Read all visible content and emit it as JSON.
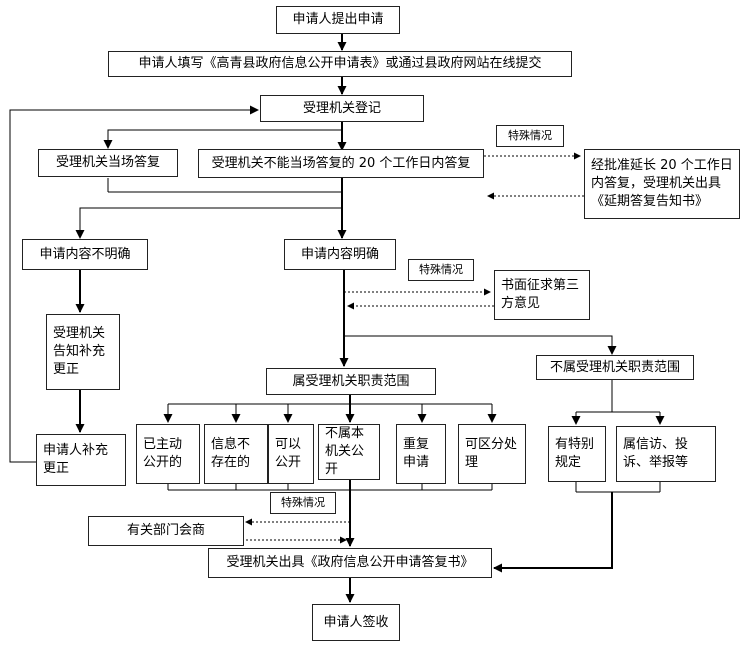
{
  "flowchart": {
    "apply": "申请人提出申请",
    "fill_form": "申请人填写《高青县政府信息公开申请表》或通过县政府网站在线提交",
    "register": "受理机关登记",
    "reply_onsite": "受理机关当场答复",
    "reply_20days": "受理机关不能当场答复的 20 个工作日内答复",
    "special_1": "特殊情况",
    "extension": "经批准延长 20 个工作日内答复，受理机关出具《延期答复告知书》",
    "content_unclear": "申请内容不明确",
    "content_clear": "申请内容明确",
    "special_2": "特殊情况",
    "third_party": "书面征求第三方意见",
    "notify_supplement": "受理机关告知补充更正",
    "applicant_supplement": "申请人补充更正",
    "in_scope": "属受理机关职责范围",
    "out_of_scope": "不属受理机关职责范围",
    "disclosed": "已主动公开的",
    "not_exist": "信息不存在的",
    "can_disclose": "可以公开",
    "not_disclosable": "不属本机关公开",
    "duplicate": "重复申请",
    "separable": "可区分处理",
    "special_rules": "有特别规定",
    "petition": "属信访、投诉、举报等",
    "special_3": "特殊情况",
    "consult_depts": "有关部门会商",
    "issue_reply": "受理机关出具《政府信息公开申请答复书》",
    "sign_receipt": "申请人签收"
  }
}
